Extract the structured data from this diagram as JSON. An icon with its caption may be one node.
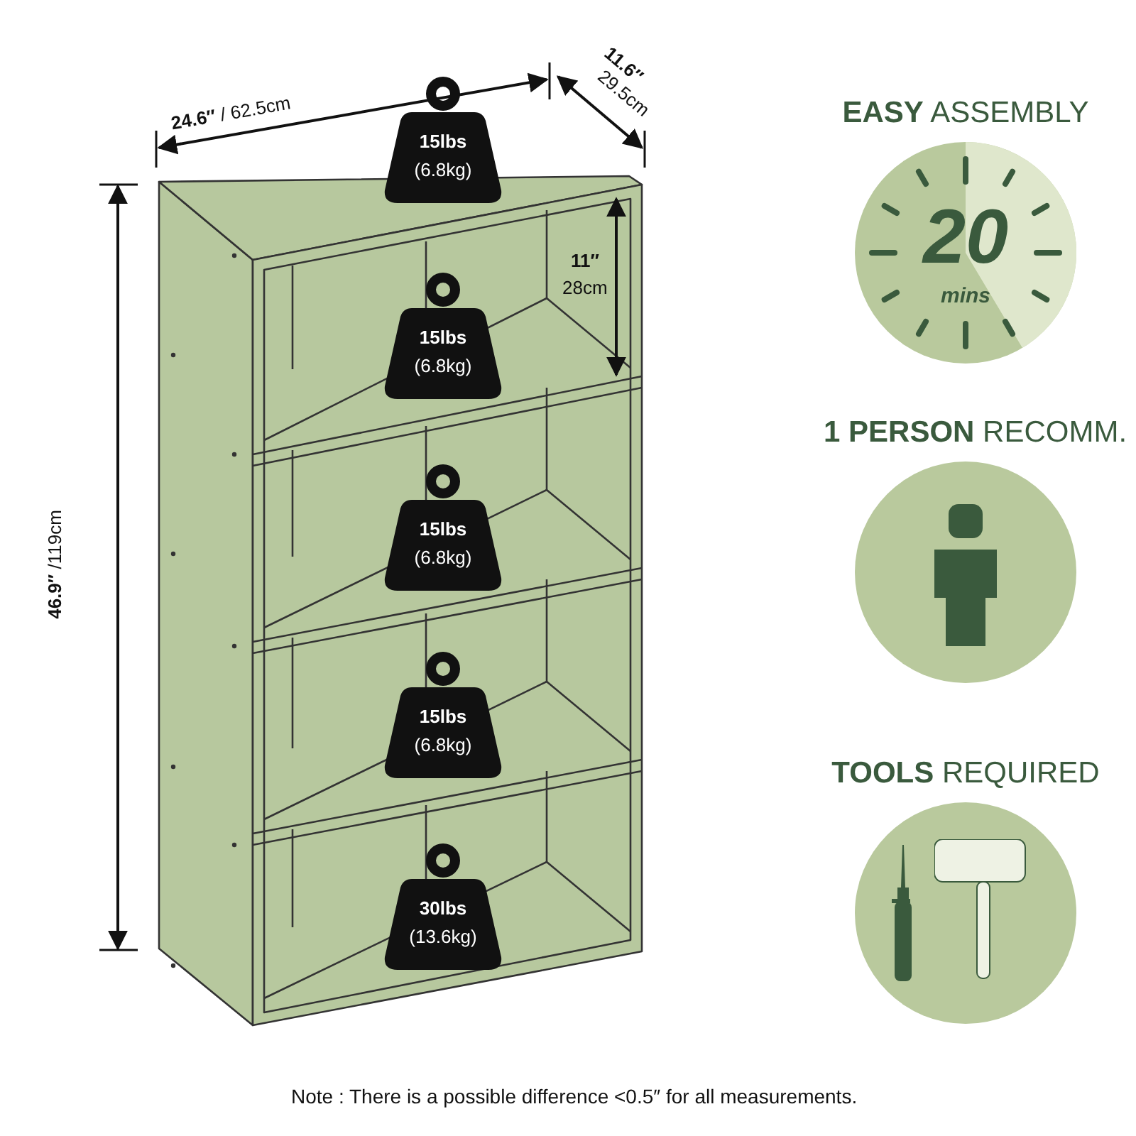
{
  "diagram": {
    "nodes": [
      {
        "text": [
          "15lbs",
          "(6.8kg)"
        ]
      },
      {
        "text": [
          "15lbs",
          "(6.8kg)"
        ]
      },
      {
        "text": [
          "15lbs",
          "(6.8kg)"
        ]
      },
      {
        "text": [
          "15lbs",
          "(6.8kg)"
        ]
      },
      {
        "text": [
          "30lbs",
          "(13.6kg)"
        ]
      },
      {
        "text": [
          "**EASY** ASSEMBLY",
          "20",
          "mins"
        ]
      },
      {
        "text": [
          "**1 PERSON** RECOMM."
        ]
      },
      {
        "text": [
          "**TOOLS** REQUIRED"
        ]
      }
    ],
    "edges": [],
    "labels": [
      "**24.6″** / 62.5cm",
      "11.6″",
      "29.5cm",
      "**46.9″** /119cm",
      "11″",
      "28cm",
      "Note : There is a possible difference <0.5″ for all measurements."
    ]
  }
}
